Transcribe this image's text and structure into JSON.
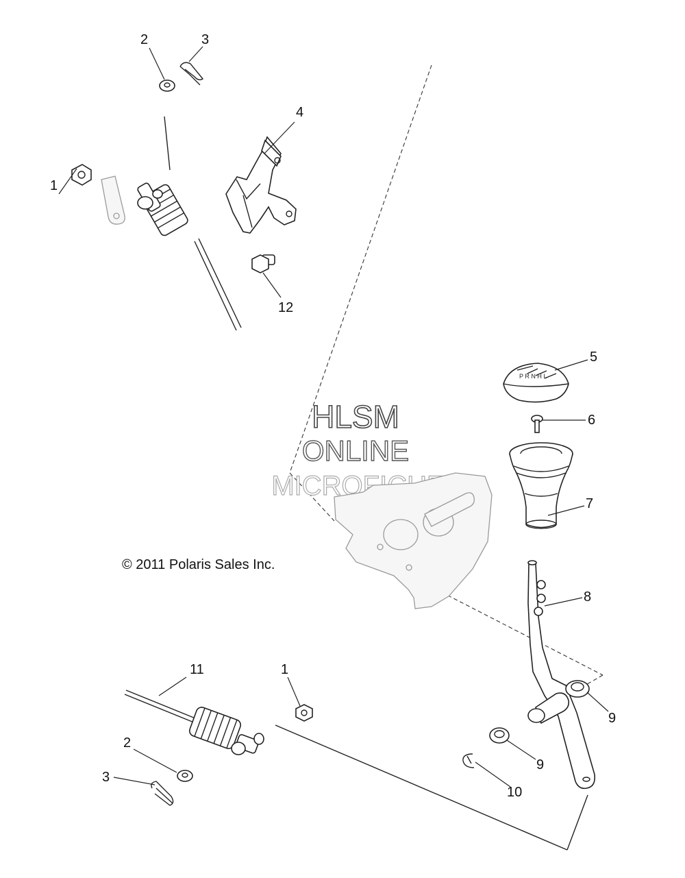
{
  "copyright": "© 2011 Polaris Sales Inc.",
  "watermark": {
    "line1": "HLSM",
    "line2": "ONLINE",
    "line3": "MICROFICHE"
  },
  "callouts": {
    "c1_top": "1",
    "c2_top": "2",
    "c3_top": "3",
    "c4": "4",
    "c5": "5",
    "c6": "6",
    "c7": "7",
    "c8": "8",
    "c9_upper": "9",
    "c9_lower": "9",
    "c10": "10",
    "c11": "11",
    "c12": "12",
    "c1_bottom": "1",
    "c2_bottom": "2",
    "c3_bottom": "3"
  }
}
